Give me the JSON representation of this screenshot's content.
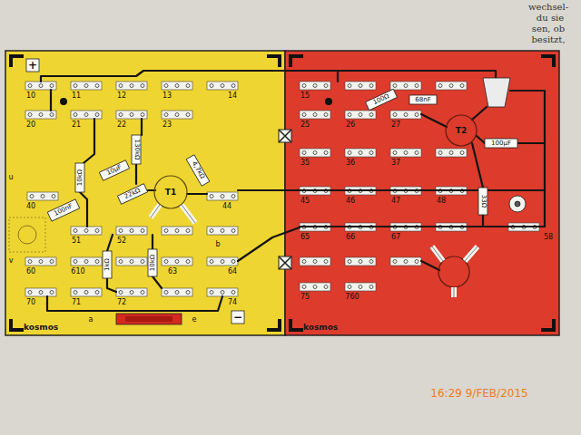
{
  "diagram": {
    "nodes": [
      {
        "text": [
          "kosmos"
        ]
      },
      {
        "text": [
          "kosmos"
        ]
      }
    ],
    "labels": [
      "+",
      "10",
      "11",
      "12",
      "13",
      "14",
      "20",
      "21",
      "22",
      "23",
      "u",
      "40",
      "100nF",
      "10kΩ",
      "10µF",
      "130kΩ",
      "22kΩ",
      "T1",
      "4,7kΩ",
      "44",
      "b",
      "51",
      "52",
      "v",
      "60",
      "610",
      "1kΩ",
      "10kΩ",
      "63",
      "64",
      "70",
      "71",
      "72",
      "74",
      "a",
      "e",
      "−",
      "15",
      "100Ω",
      "68nF",
      "T2",
      "100µF",
      "25",
      "26",
      "27",
      "35",
      "36",
      "37",
      "45",
      "46",
      "47",
      "48",
      "33Ω",
      "65",
      "66",
      "67",
      "58",
      "75",
      "760",
      "16:29 9/FEB/2015",
      "wechsel-",
      "du sie",
      "sen, ob",
      "besitzt,"
    ]
  }
}
